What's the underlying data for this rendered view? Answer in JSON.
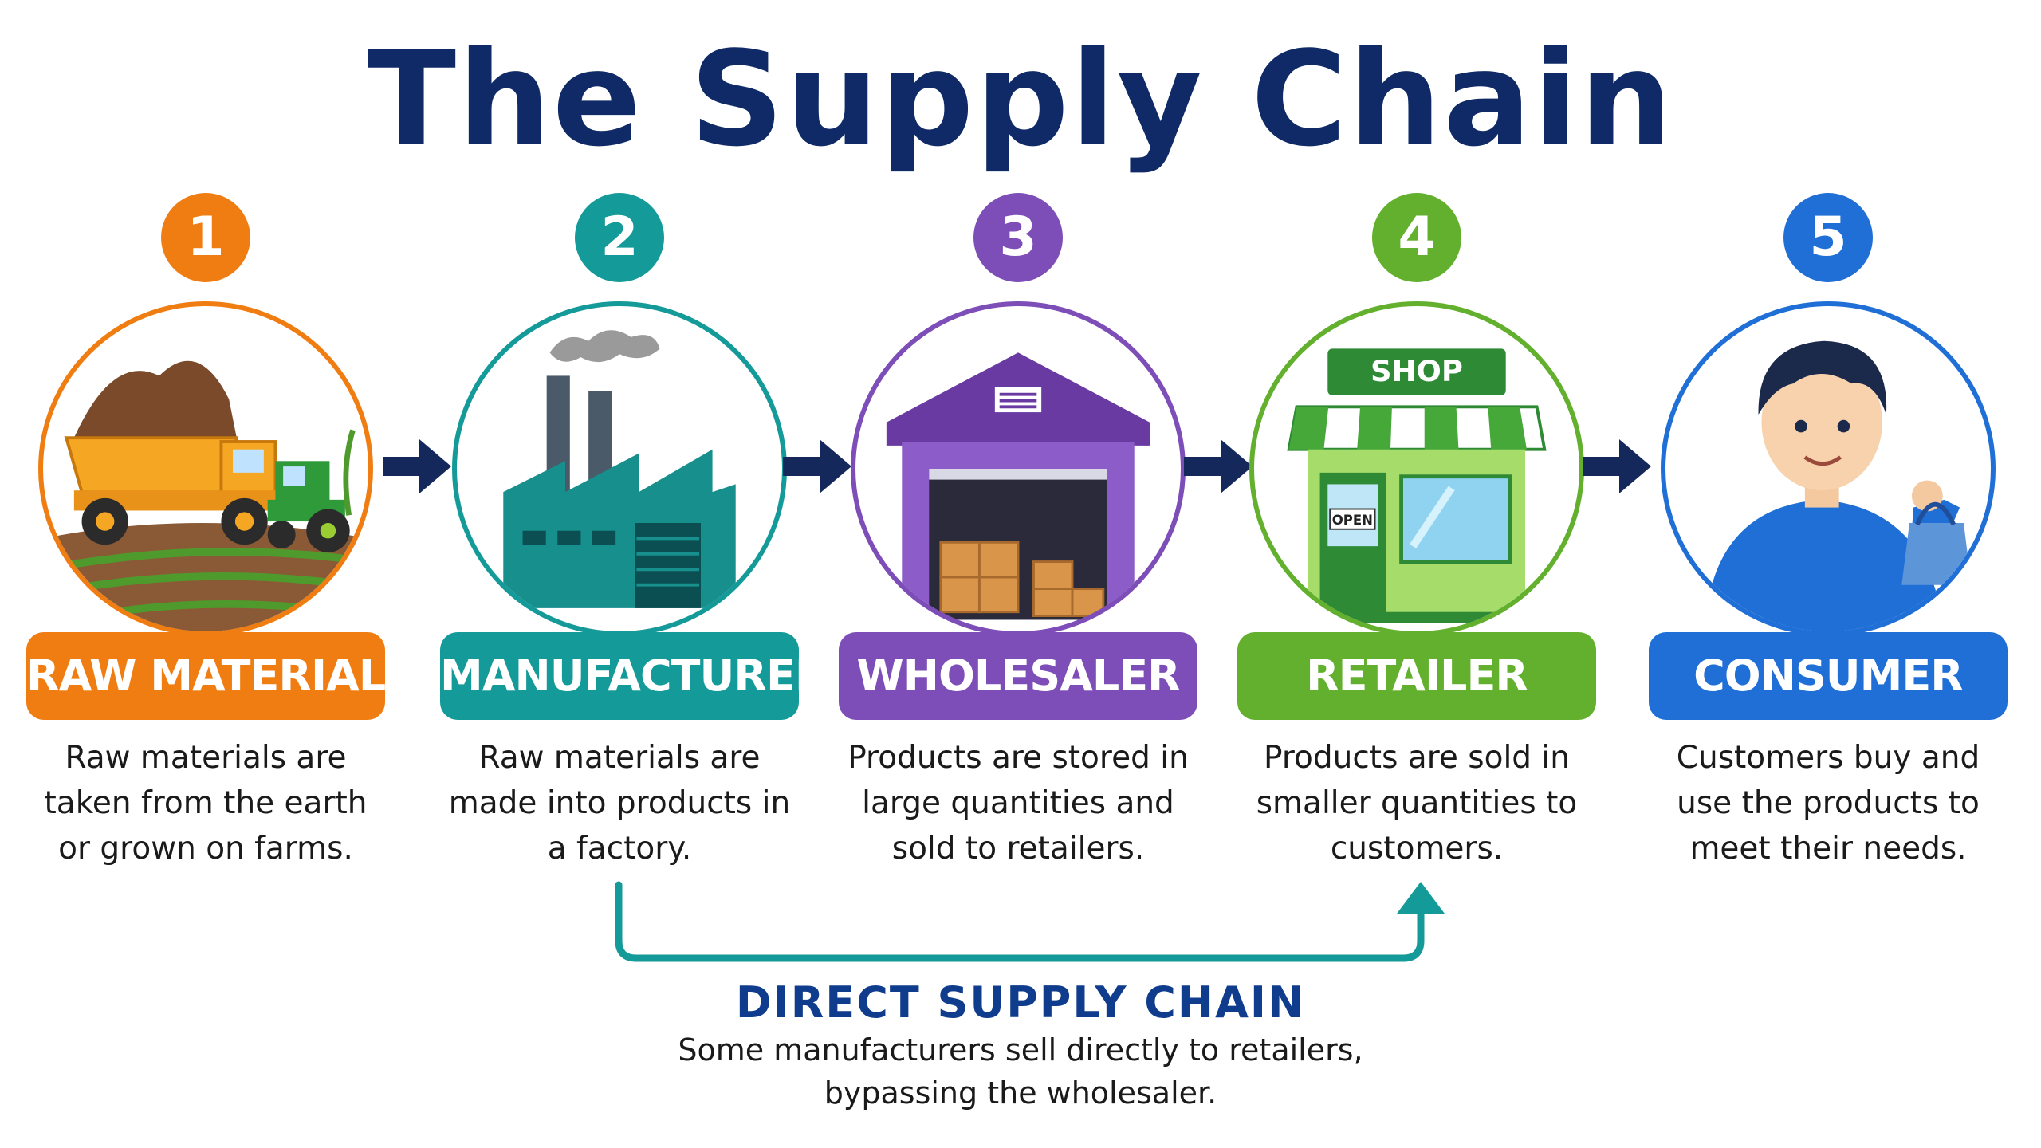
{
  "title": "The Supply Chain",
  "stages": [
    {
      "number": "1",
      "label": "RAW MATERIALS",
      "description": "Raw materials are taken from the earth or grown on farms.",
      "color": "#f07d12",
      "icon": "dump-truck-tractor-icon"
    },
    {
      "number": "2",
      "label": "MANUFACTURER",
      "description": "Raw materials are made into products in a factory.",
      "color": "#149a98",
      "icon": "factory-icon"
    },
    {
      "number": "3",
      "label": "WHOLESALER",
      "description": "Products are stored in large quantities and sold to retailers.",
      "color": "#7d4db8",
      "icon": "warehouse-icon"
    },
    {
      "number": "4",
      "label": "RETAILER",
      "description": "Products are sold in smaller quantities to customers.",
      "color": "#62b02e",
      "icon": "shop-icon"
    },
    {
      "number": "5",
      "label": "CONSUMER",
      "description": "Customers buy and use the products to meet their needs.",
      "color": "#1f6fd6",
      "icon": "shopper-icon"
    }
  ],
  "icon_text": {
    "shop_sign": "SHOP",
    "open_sign": "OPEN"
  },
  "direct": {
    "title": "DIRECT SUPPLY CHAIN",
    "description": "Some manufacturers sell directly to retailers, bypassing the wholesaler.",
    "color": "#149a98"
  },
  "arrow_color": "#14285c"
}
